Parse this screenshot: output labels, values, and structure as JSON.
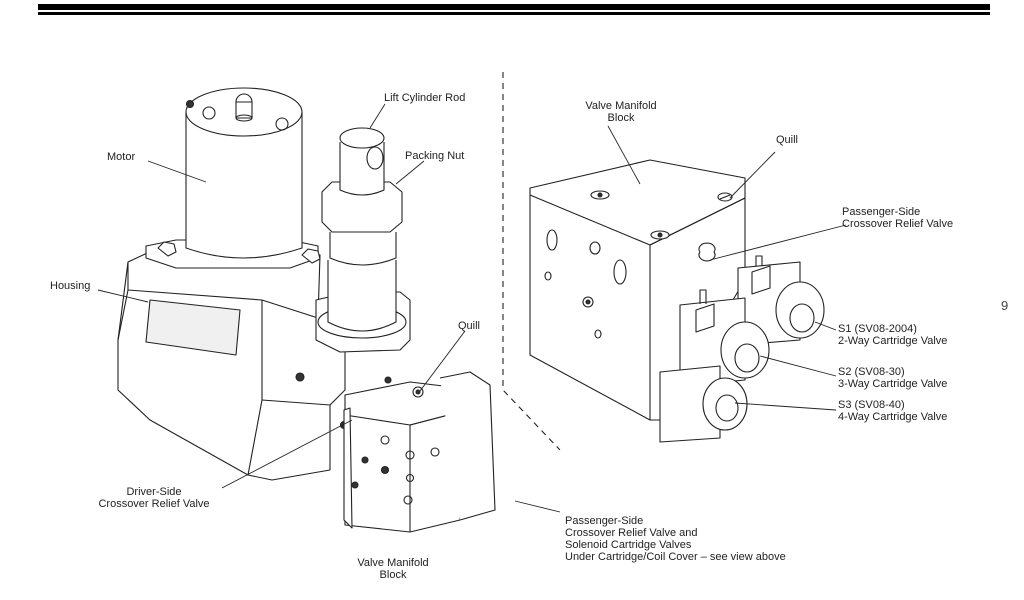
{
  "labels": {
    "lift_cylinder_rod": "Lift Cylinder Rod",
    "packing_nut": "Packing Nut",
    "motor": "Motor",
    "housing": "Housing",
    "quill_left": "Quill",
    "driver_side_1": "Driver-Side",
    "driver_side_2": "Crossover Relief Valve",
    "valve_block_left_1": "Valve Manifold",
    "valve_block_left_2": "Block",
    "passenger_note_1": "Passenger-Side",
    "passenger_note_2": "Crossover Relief Valve and",
    "passenger_note_3": "Solenoid Cartridge Valves",
    "passenger_note_4": "Under Cartridge/Coil Cover – see view above",
    "valve_block_right_1": "Valve Manifold",
    "valve_block_right_2": "Block",
    "quill_right": "Quill",
    "passenger_side_1": "Passenger-Side",
    "passenger_side_2": "Crossover Relief Valve",
    "s1_1": "S1 (SV08-2004)",
    "s1_2": "2-Way Cartridge Valve",
    "s2_1": "S2 (SV08-30)",
    "s2_2": "3-Way Cartridge Valve",
    "s3_1": "S3 (SV08-40)",
    "s3_2": "4-Way Cartridge Valve"
  },
  "page_number": "9"
}
